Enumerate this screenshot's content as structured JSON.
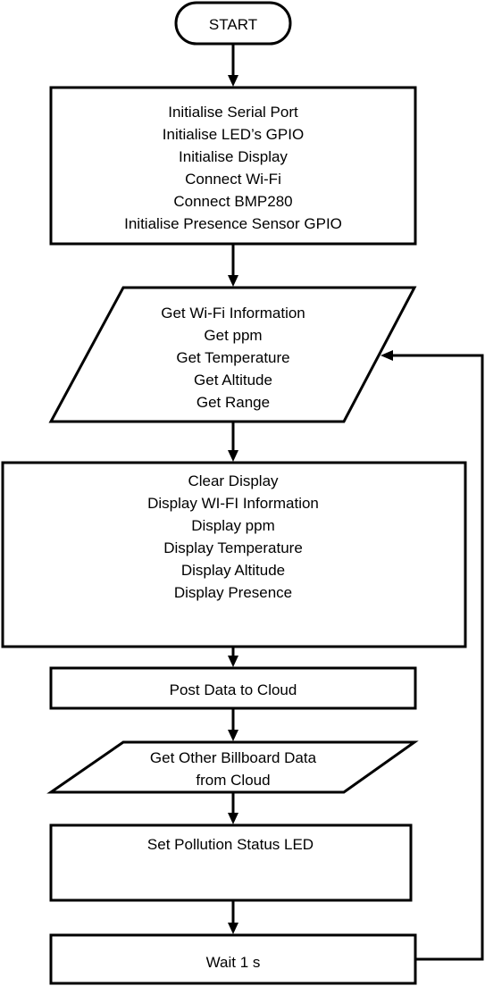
{
  "flowchart": {
    "start": {
      "label": "START"
    },
    "init_block": {
      "lines": [
        "Initialise Serial Port",
        "Initialise LED’s GPIO",
        "Initialise Display",
        "Connect Wi-Fi",
        "Connect BMP280",
        "Initialise Presence Sensor GPIO"
      ]
    },
    "read_block": {
      "lines": [
        "Get Wi-Fi Information",
        "Get ppm",
        "Get Temperature",
        "Get Altitude",
        "Get Range"
      ]
    },
    "display_block": {
      "lines": [
        "Clear Display",
        "Display WI-FI Information",
        "Display ppm",
        "Display Temperature",
        "Display Altitude",
        "Display Presence"
      ]
    },
    "post_block": {
      "lines": [
        "Post Data to Cloud"
      ]
    },
    "fetch_block": {
      "lines": [
        "Get Other Billboard Data",
        "from Cloud"
      ]
    },
    "led_block": {
      "lines": [
        "Set Pollution Status LED"
      ]
    },
    "wait_block": {
      "lines": [
        "Wait 1 s"
      ]
    }
  }
}
